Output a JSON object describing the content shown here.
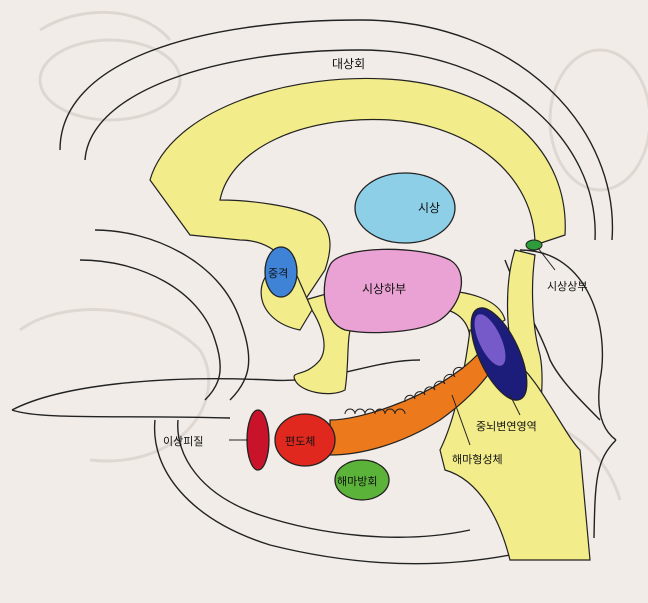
{
  "labels": {
    "cingulate": "대상회",
    "thalamus": "시상",
    "septum": "중격",
    "hypothalamus": "시상하부",
    "epithalamus": "시상상부",
    "midbrain_limbic": "중뇌변연영역",
    "hippocampal_formation": "해마형성체",
    "amygdala": "편도체",
    "piriform_cortex": "이상피질",
    "parahippocampal_gyrus": "해마방회"
  },
  "colors": {
    "paper": "#f1ece7",
    "limbic_yellow": "#f2ec8a",
    "thalamus_blue": "#8ecfe8",
    "septum_blue": "#3f83d6",
    "hypothalamus_pink": "#e9a2d3",
    "epithalamus_green": "#2e9c3a",
    "midbrain_navy": "#1c1d7a",
    "midbrain_purple": "#7b5ecf",
    "hippocampus_orange": "#ec7a1d",
    "amygdala_red": "#e0281f",
    "piriform_red": "#c8132a",
    "parahippocampal_green": "#5cb33a"
  }
}
